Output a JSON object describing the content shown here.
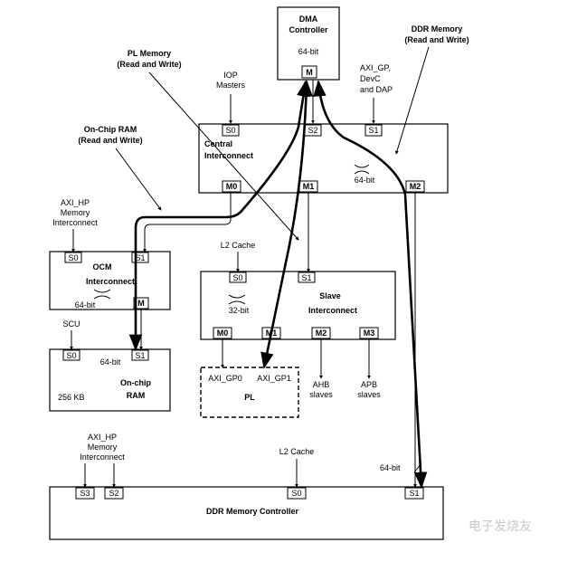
{
  "dma": {
    "title_line1": "DMA",
    "title_line2": "Controller",
    "width": "64-bit",
    "port_m": "M"
  },
  "central": {
    "title_line1": "Central",
    "title_line2": "Interconnect",
    "width": "64-bit",
    "s0": "S0",
    "s2": "S2",
    "s1": "S1",
    "m0": "M0",
    "m1": "M1",
    "m2": "M2"
  },
  "iop": {
    "line1": "IOP",
    "line2": "Masters"
  },
  "axigp": {
    "line1": "AXI_GP,",
    "line2": "DevC",
    "line3": "and DAP"
  },
  "ddr_mem_label": {
    "line1": "DDR Memory",
    "line2": "(Read and Write)"
  },
  "pl_mem_label": {
    "line1": "PL Memory",
    "line2": "(Read and Write)"
  },
  "onchip_ram_label": {
    "line1": "On-Chip RAM",
    "line2": "(Read and Write)"
  },
  "axihp_top": {
    "line1": "AXI_HP",
    "line2": "Memory",
    "line3": "Interconnect"
  },
  "ocm": {
    "title_line1": "OCM",
    "title_line2": "Interconnect",
    "width": "64-bit",
    "s0": "S0",
    "s1": "S1",
    "m": "M"
  },
  "l2_top": "L2 Cache",
  "slave": {
    "title_line1": "Slave",
    "title_line2": "Interconnect",
    "width": "32-bit",
    "s0": "S0",
    "s1": "S1",
    "m0": "M0",
    "m1": "M1",
    "m2": "M2",
    "m3": "M3"
  },
  "scu": "SCU",
  "onchip": {
    "title_line1": "On-chip",
    "title_line2": "RAM",
    "width": "64-bit",
    "size": "256 KB",
    "s0": "S0",
    "s1": "S1"
  },
  "pl": {
    "title": "PL",
    "gp0": "AXI_GP0",
    "gp1": "AXI_GP1"
  },
  "ahb": {
    "line1": "AHB",
    "line2": "slaves"
  },
  "apb": {
    "line1": "APB",
    "line2": "slaves"
  },
  "axihp_bottom": {
    "line1": "AXI_HP",
    "line2": "Memory",
    "line3": "Interconnect"
  },
  "l2_bottom": "L2 Cache",
  "width_64": "64-bit",
  "ddrc": {
    "title": "DDR Memory Controller",
    "s3": "S3",
    "s2": "S2",
    "s0": "S0",
    "s1": "S1"
  },
  "watermark": "电子发烧友"
}
